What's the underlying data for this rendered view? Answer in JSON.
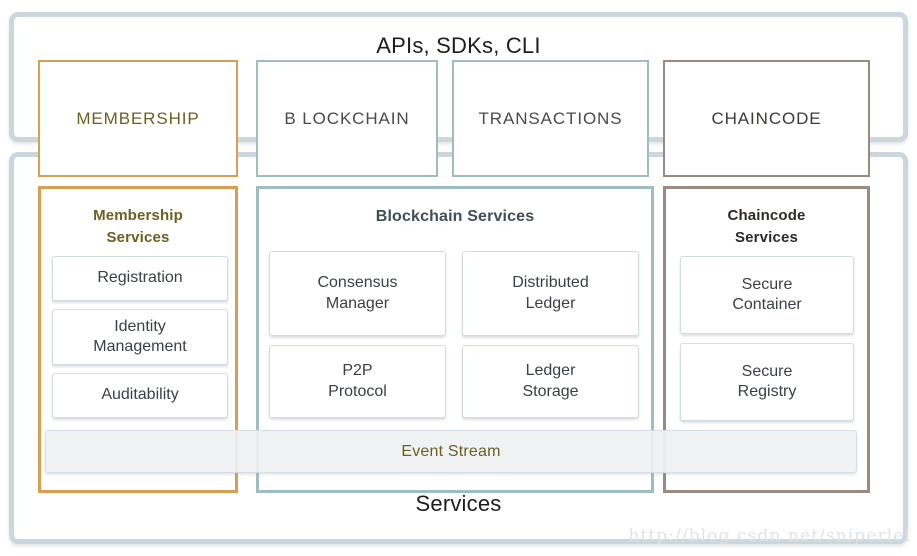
{
  "diagram": {
    "top_layer": {
      "title": "APIs, SDKs, CLI",
      "boxes": [
        {
          "label": "MEMBERSHIP",
          "accent": "#d79f52"
        },
        {
          "label": "B LOCKCHAIN",
          "accent": "#9fbcc1"
        },
        {
          "label": "TRANSACTIONS",
          "accent": "#9fbcc1"
        },
        {
          "label": "CHAINCODE",
          "accent": "#9b8a7f"
        }
      ]
    },
    "bottom_layer": {
      "title": "Services",
      "columns": [
        {
          "title": "Membership\nServices",
          "title_line1": "Membership",
          "title_line2": "Services",
          "accent": "#d79f52",
          "tiles": [
            {
              "label": "Registration"
            },
            {
              "label": "Identity\nManagement",
              "line1": "Identity",
              "line2": "Management"
            },
            {
              "label": "Auditability"
            }
          ]
        },
        {
          "title": "Blockchain Services",
          "accent": "#9fbcc1",
          "tiles": [
            {
              "label": "Consensus\nManager",
              "line1": "Consensus",
              "line2": "Manager"
            },
            {
              "label": "Distributed\nLedger",
              "line1": "Distributed",
              "line2": "Ledger"
            },
            {
              "label": "P2P\nProtocol",
              "line1": "P2P",
              "line2": "Protocol"
            },
            {
              "label": "Ledger\nStorage",
              "line1": "Ledger",
              "line2": "Storage"
            }
          ]
        },
        {
          "title": "Chaincode\nServices",
          "title_line1": "Chaincode",
          "title_line2": "Services",
          "accent": "#9b8a7f",
          "tiles": [
            {
              "label": "Secure\nContainer",
              "line1": "Secure",
              "line2": "Container"
            },
            {
              "label": "Secure\nRegistry",
              "line1": "Secure",
              "line2": "Registry"
            }
          ]
        }
      ],
      "event_stream": {
        "label": "Event Stream",
        "text_color": "#6b6020"
      }
    },
    "watermark": {
      "text": "http://blog.csdn.net/sniperlei"
    },
    "colors": {
      "shell_border": "#ccd6dd",
      "tile_border": "#d2dce1",
      "tile_text": "#3b4045",
      "olive_text": "#6b6020",
      "slate_text": "#3f4f57"
    }
  }
}
